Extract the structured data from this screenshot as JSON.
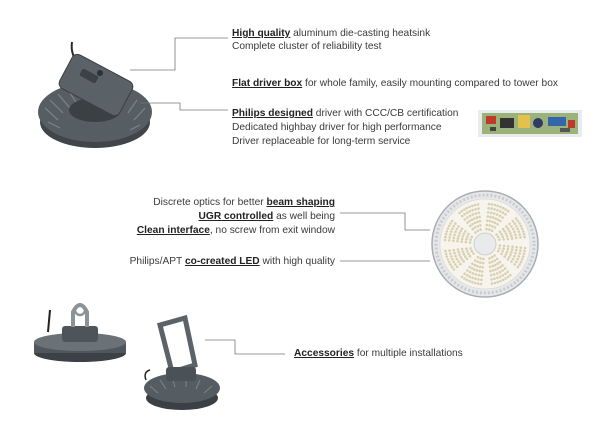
{
  "colors": {
    "housing": "#4d5358",
    "housing_dark": "#2e3236",
    "fin": "#5e656b",
    "led_face": "#f4f1e6",
    "led_dot": "#d9d2b8",
    "pcb": "#9bb27a",
    "callout_line": "#777777"
  },
  "section1": {
    "lines": [
      {
        "bold": "High quality",
        "rest": " aluminum die-casting heatsink"
      },
      {
        "bold": "",
        "rest": "Complete cluster of reliability test"
      },
      {
        "bold": "Flat driver box",
        "rest": " for whole family, easily mounting compared to tower box"
      },
      {
        "bold": "Philips designed",
        "rest": " driver with CCC/CB certification"
      },
      {
        "bold": "",
        "rest": "Dedicated highbay driver for high performance"
      },
      {
        "bold": "",
        "rest": "Driver replaceable for long-term service"
      }
    ]
  },
  "section2": {
    "line1": {
      "pre": "Discrete optics for better ",
      "bold": "beam shaping"
    },
    "line2": {
      "bold": "UGR controlled",
      "rest": " as well being"
    },
    "line3": {
      "bold": "Clean interface",
      "rest": ", no screw from exit window"
    },
    "line4": {
      "pre": "Philips/APT ",
      "bold": "co-created LED",
      "rest": " with high quality"
    }
  },
  "section3": {
    "line1": {
      "bold": "Accessories",
      "rest": " for multiple installations"
    }
  }
}
